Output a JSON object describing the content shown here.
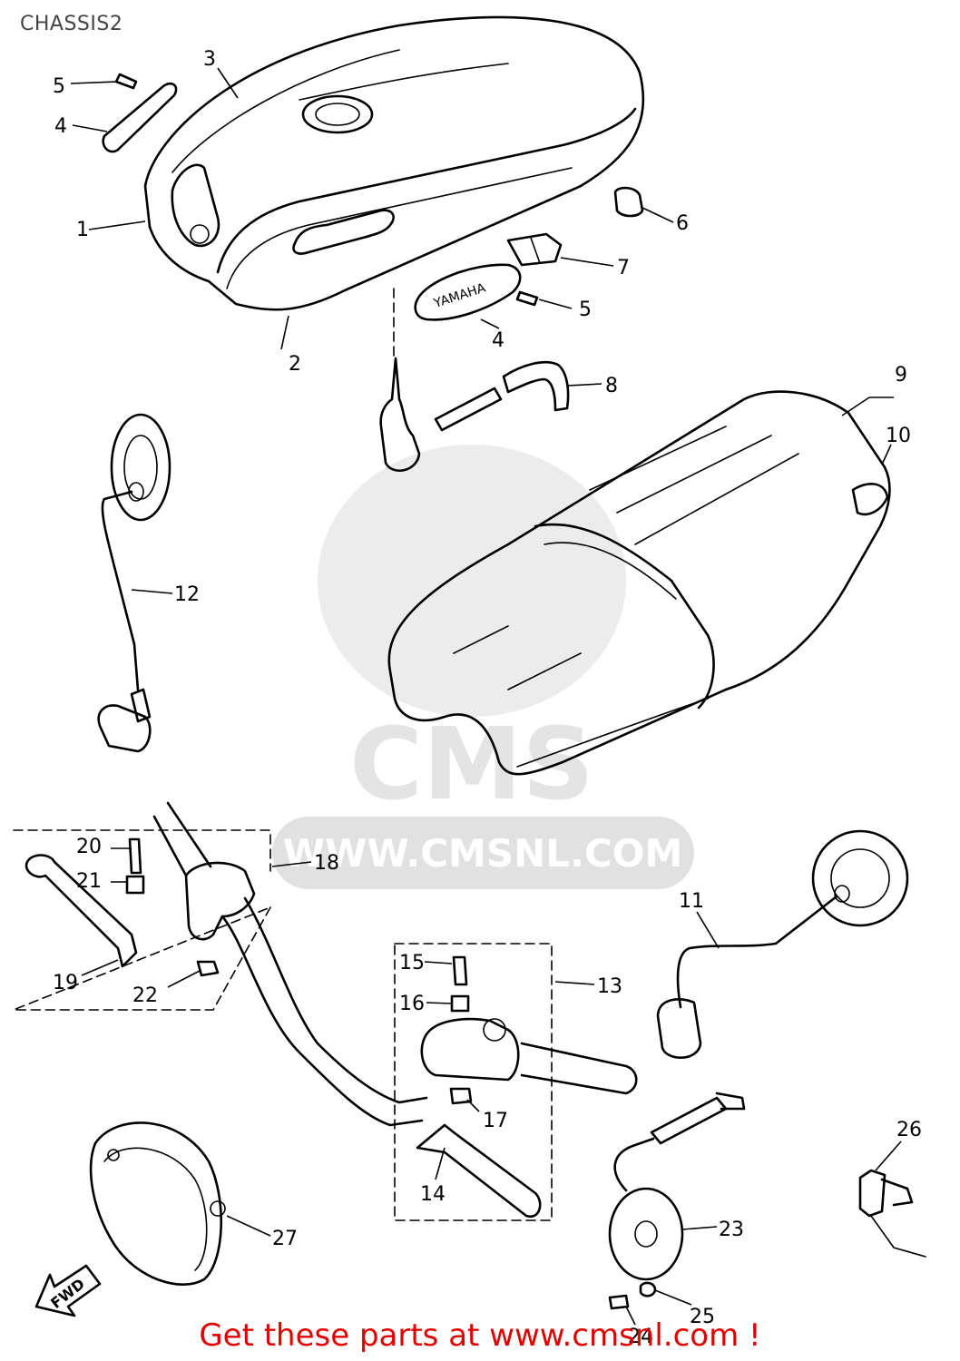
{
  "page": {
    "title": "CHASSIS2"
  },
  "watermark": {
    "logo": "CMS",
    "url_text": "WWW.CMSNL.COM"
  },
  "direction_marker": {
    "text": "FWD"
  },
  "callouts": [
    "1",
    "2",
    "3",
    "4",
    "4",
    "5",
    "5",
    "6",
    "7",
    "8",
    "9",
    "10",
    "11",
    "12",
    "13",
    "14",
    "15",
    "16",
    "17",
    "18",
    "19",
    "20",
    "21",
    "22",
    "23",
    "24",
    "25",
    "26",
    "27"
  ],
  "footer": {
    "cta": "Get these parts at www.cmsnl.com !"
  }
}
